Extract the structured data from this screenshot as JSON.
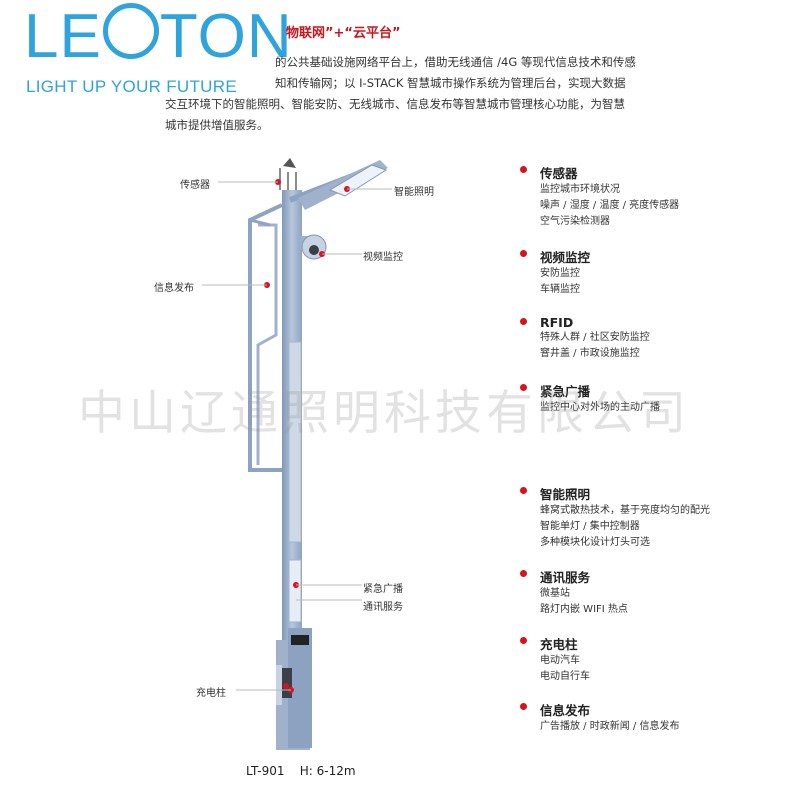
{
  "brand": {
    "logo_parts": [
      "LE",
      "TON"
    ],
    "tagline": "LIGHT UP YOUR FUTURE",
    "brand_color": "#2fa3dc"
  },
  "headline": "物联网”+“云平台”",
  "intro": [
    "的公共基础设施网络平台上，借助无线通信 /4G 等现代信息技术和传感",
    "知和传输网；以 I-STACK 智慧城市操作系统为管理后台，实现大数据",
    "交互环境下的智能照明、智能安防、无线城市、信息发布等智慧城市管理核心功能，为智慧",
    "城市提供增值服务。"
  ],
  "watermark": "中山辽通照明科技有限公司",
  "callouts": {
    "sensor": "传感器",
    "smart_lighting": "智能照明",
    "video": "视频监控",
    "info_release": "信息发布",
    "emergency": "紧急广播",
    "comm": "通讯服务",
    "charging": "充电柱"
  },
  "features": [
    {
      "title": "传感器",
      "lines": [
        "监控城市环境状况",
        "噪声 / 湿度 / 温度 / 亮度传感器",
        "空气污染检测器"
      ]
    },
    {
      "title": "视频监控",
      "lines": [
        "安防监控",
        "车辆监控"
      ]
    },
    {
      "title": "RFID",
      "lines": [
        "特殊人群 / 社区安防监控",
        "窨井盖 / 市政设施监控"
      ]
    },
    {
      "title": "紧急广播",
      "lines": [
        "监控中心对外场的主动广播"
      ]
    },
    {
      "title": "智能照明",
      "lines": [
        "蜂窝式散热技术，基于亮度均匀的配光",
        "智能单灯 / 集中控制器",
        "多种模块化设计灯头可选"
      ]
    },
    {
      "title": "通讯服务",
      "lines": [
        "微基站",
        "路灯内嵌 WIFI 热点"
      ]
    },
    {
      "title": "充电柱",
      "lines": [
        "电动汽车",
        "电动自行车"
      ]
    },
    {
      "title": "信息发布",
      "lines": [
        "广告播放 / 时政新闻 / 信息发布"
      ]
    }
  ],
  "model": "LT-901    H: 6-12m",
  "accent_color": "#d7141c"
}
